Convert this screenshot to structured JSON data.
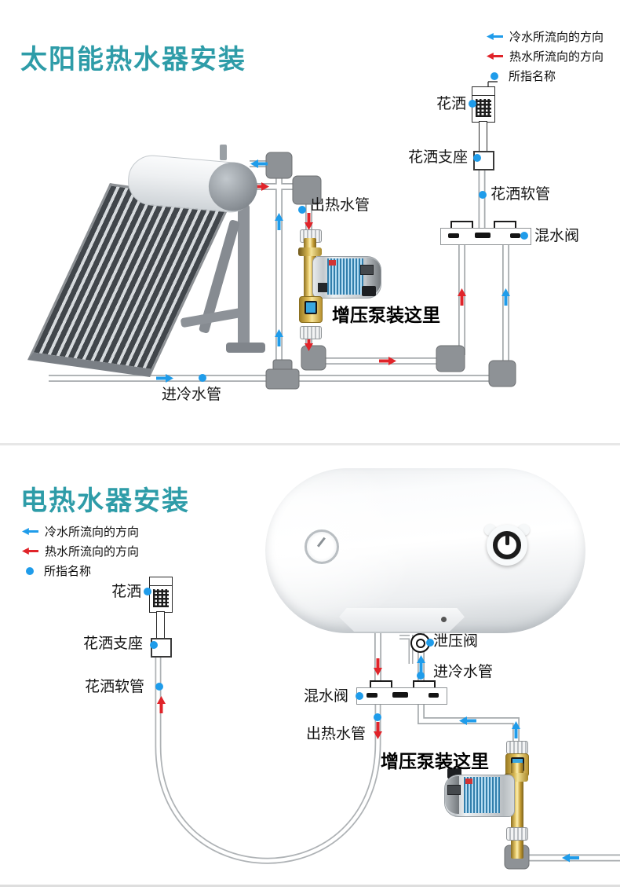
{
  "colors": {
    "accent_teal": "#2e9ca8",
    "cold_blue": "#1f9cea",
    "hot_red": "#e0242a",
    "pipe_gray": "#a6aaad",
    "fitting_gray": "#8e9296",
    "brass_gold": "#c9a13b"
  },
  "solar_section": {
    "title": "太阳能热水器安装",
    "legend": [
      {
        "label": "冷水所流向的方向"
      },
      {
        "label": "热水所流向的方向"
      },
      {
        "label": "所指名称"
      }
    ],
    "labels": {
      "shower_head": "花洒",
      "shower_bracket": "花洒支座",
      "shower_hose": "花洒软管",
      "mixing_valve": "混水阀",
      "hot_water_outlet_pipe": "出热水管",
      "booster_pump_here": "增压泵装这里",
      "cold_water_inlet_pipe": "进冷水管"
    }
  },
  "electric_section": {
    "title": "电热水器安装",
    "legend": [
      {
        "label": "冷水所流向的方向"
      },
      {
        "label": "热水所流向的方向"
      },
      {
        "label": "所指名称"
      }
    ],
    "labels": {
      "shower_head": "花洒",
      "shower_bracket": "花洒支座",
      "shower_hose": "花洒软管",
      "pressure_relief_valve": "泄压阀",
      "cold_water_inlet_pipe": "进冷水管",
      "mixing_valve": "混水阀",
      "hot_water_outlet_pipe": "出热水管",
      "booster_pump_here": "增压泵装这里"
    }
  }
}
